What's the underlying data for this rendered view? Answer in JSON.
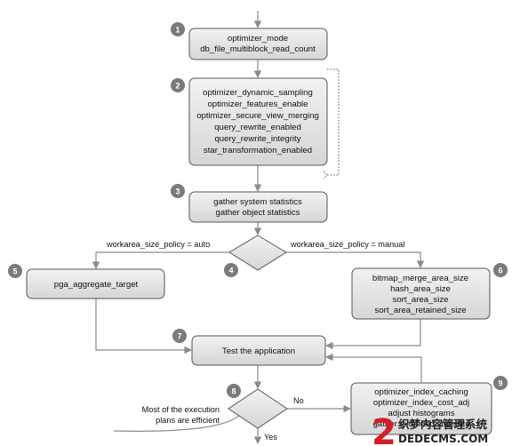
{
  "steps": {
    "s1": {
      "badge": "1",
      "lines": [
        "optimizer_mode",
        "db_file_multiblock_read_count"
      ]
    },
    "s2": {
      "badge": "2",
      "lines": [
        "optimizer_dynamic_sampling",
        "optimizer_features_enable",
        "optimizer_secure_view_merging",
        "query_rewrite_enabled",
        "query_rewrite_integrity",
        "star_transformation_enabled"
      ]
    },
    "s3": {
      "badge": "3",
      "lines": [
        "gather system statistics",
        "gather object statistics"
      ]
    },
    "s4": {
      "badge": "4"
    },
    "s5": {
      "badge": "5",
      "lines": [
        "pga_aggregate_target"
      ]
    },
    "s6": {
      "badge": "6",
      "lines": [
        "bitmap_merge_area_size",
        "hash_area_size",
        "sort_area_size",
        "sort_area_retained_size"
      ]
    },
    "s7": {
      "badge": "7",
      "lines": [
        "Test the application"
      ]
    },
    "s8": {
      "badge": "8"
    },
    "s9": {
      "badge": "9",
      "lines": [
        "optimizer_index_caching",
        "optimizer_index_cost_adj",
        "adjust histograms",
        "gather extended statistics"
      ]
    }
  },
  "edges": {
    "auto_label": "workarea_size_policy = auto",
    "manual_label": "workarea_size_policy = manual",
    "no_label": "No",
    "yes_label": "Yes",
    "efficient_lines": [
      "Most of the execution",
      "plans are efficient"
    ]
  },
  "watermark": {
    "glyph": "2",
    "text_top": "织梦内容管理系统",
    "text_bottom": "DEDECMS.COM"
  },
  "colors": {
    "box_fill_top": "#f2f2f2",
    "box_fill_bottom": "#d6d6d6",
    "badge": "#7a7a7a",
    "watermark_red": "#d21f26"
  }
}
